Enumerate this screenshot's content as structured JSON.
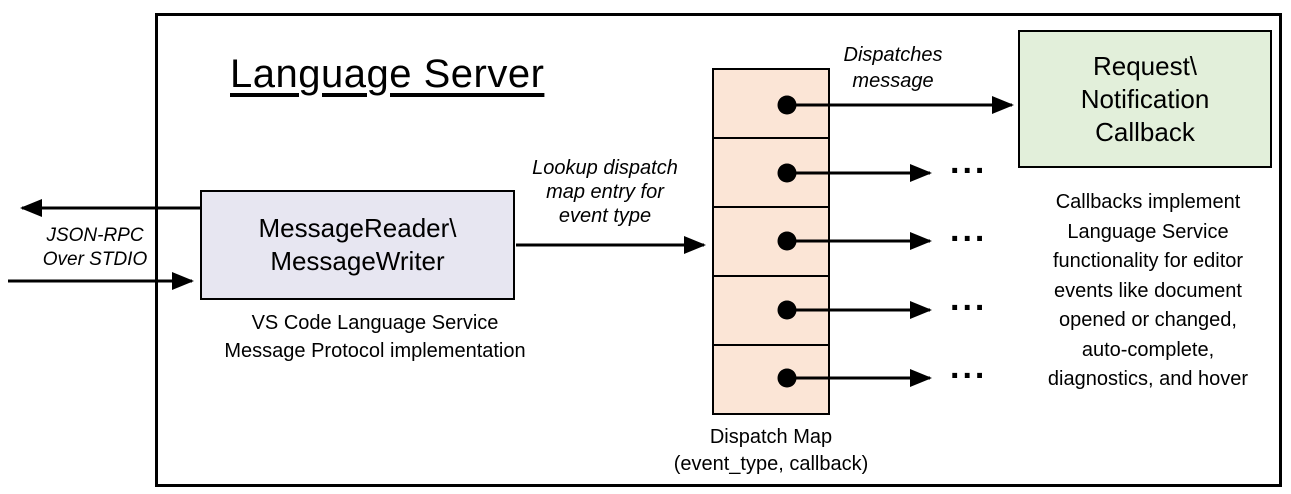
{
  "diagram": {
    "title": "Language Server",
    "io_label": {
      "lines": [
        "JSON-RPC",
        "Over STDIO"
      ]
    },
    "message_box": {
      "lines": [
        "MessageReader\\",
        "MessageWriter"
      ]
    },
    "message_caption": {
      "lines": [
        "VS Code Language Service",
        "Message Protocol implementation"
      ]
    },
    "lookup_label": {
      "lines": [
        "Lookup dispatch",
        "map entry for",
        "event type"
      ]
    },
    "dispatches_label": {
      "lines": [
        "Dispatches",
        "message"
      ]
    },
    "callback_box": {
      "lines": [
        "Request\\",
        "Notification",
        "Callback"
      ]
    },
    "callbacks_note": {
      "lines": [
        "Callbacks implement",
        "Language Service",
        "functionality for editor",
        "events like document",
        "opened or changed,",
        "auto-complete,",
        "diagnostics, and hover"
      ]
    },
    "dispatch_map_label": {
      "lines": [
        "Dispatch Map",
        "(event_type, callback)"
      ]
    },
    "ellipsis": "...",
    "colors": {
      "message_box_fill": "#e7e6f1",
      "dispatch_cell_fill": "#fbe5d6",
      "callback_box_fill": "#e2efda"
    }
  }
}
